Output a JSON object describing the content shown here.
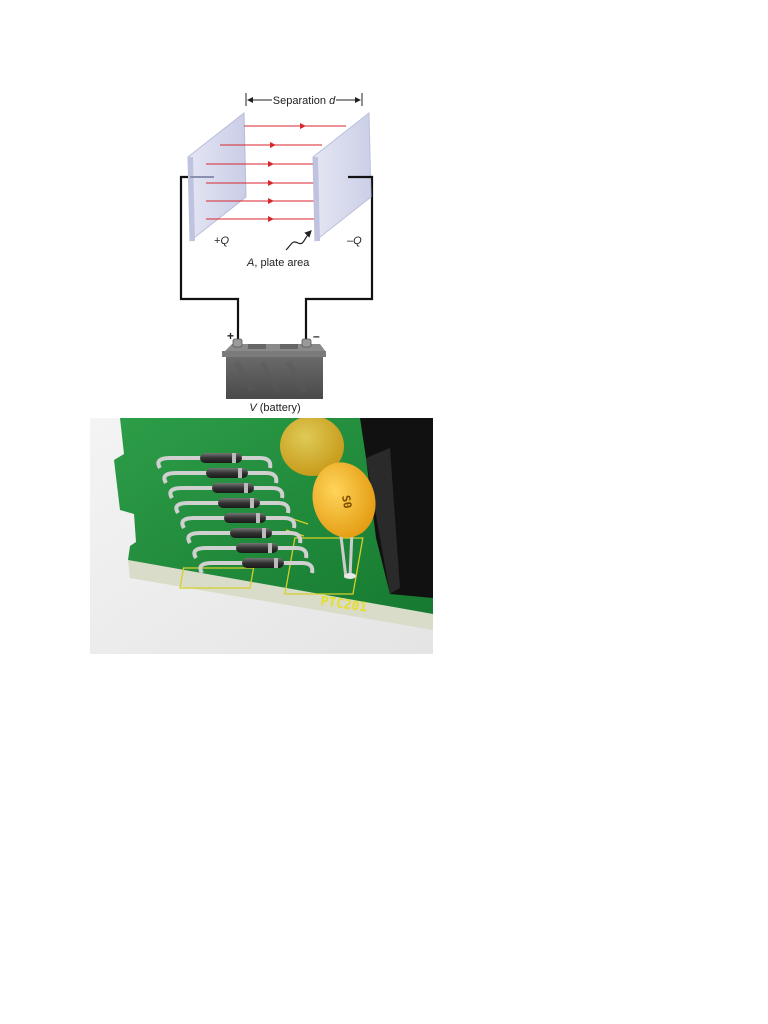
{
  "diagram": {
    "separation_prefix": "Separation ",
    "separation_var": "d",
    "plus_q_sign": "+",
    "plus_q_var": "Q",
    "minus_q_sign": "–",
    "minus_q_var": "Q",
    "area_var": "A",
    "area_text": ", plate area",
    "battery_plus": "+",
    "battery_minus": "–",
    "battery_var": "V",
    "battery_text": " (battery)",
    "field_line_color": "#d9262c",
    "plate_color": "#d6d9ee"
  },
  "photo": {
    "board_label": "PTC201",
    "capacitor_marking": "S0",
    "board_color": "#1f8a3a",
    "capacitor_color": "#f2b21f"
  }
}
